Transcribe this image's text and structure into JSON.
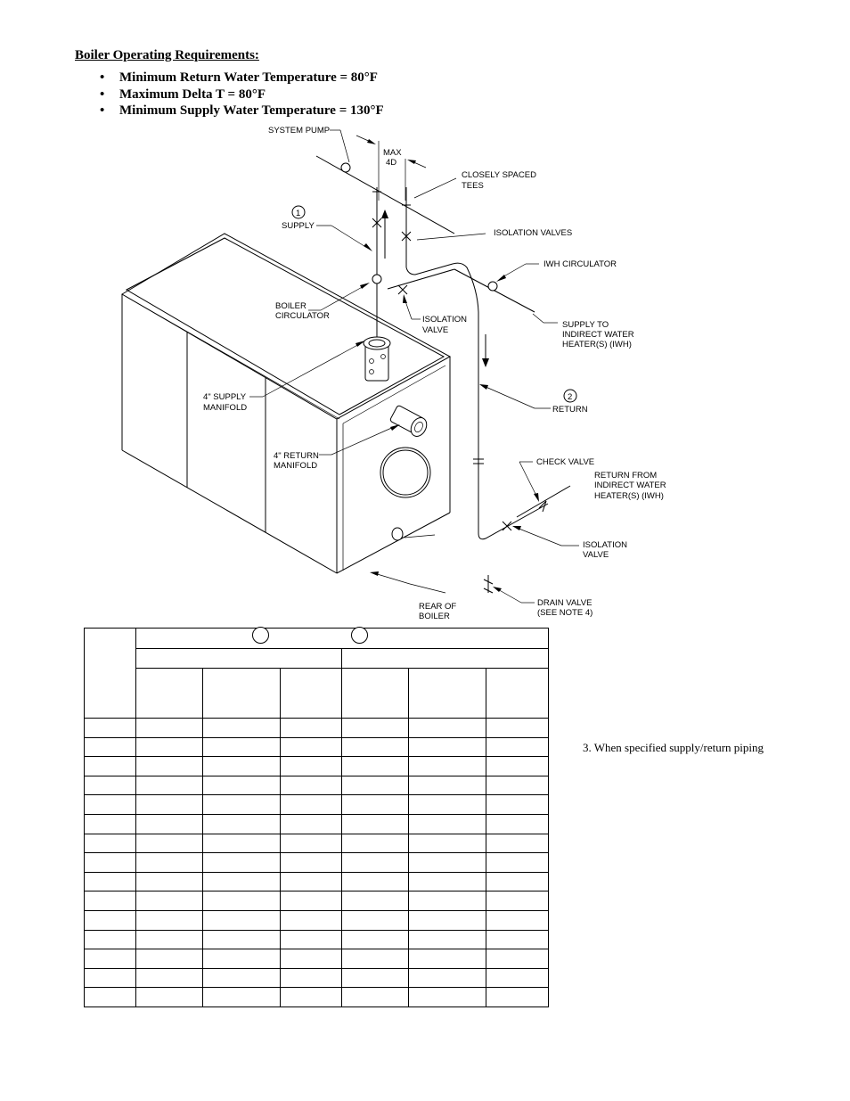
{
  "requirements": {
    "title": "Boiler Operating Requirements:",
    "items": [
      "Minimum Return Water Temperature = 80°F",
      "Maximum Delta T = 80°F",
      "Minimum Supply Water Temperature = 130°F"
    ]
  },
  "diagram_labels": {
    "system_pump": "SYSTEM PUMP",
    "max": "MAX",
    "four_d": "4D",
    "closely_spaced": "CLOSELY SPACED",
    "tees": "TEES",
    "callout_1": "1",
    "supply": "SUPPLY",
    "isolation_valves": "ISOLATION VALVES",
    "iwh_circulator": "IWH CIRCULATOR",
    "boiler": "BOILER",
    "circulator": "CIRCULATOR",
    "isolation": "ISOLATION",
    "valve": "VALVE",
    "supply_to": "SUPPLY TO",
    "indirect_water": "INDIRECT WATER",
    "heaters_iwh": "HEATER(S) (IWH)",
    "supply_manifold_1": "4\" SUPPLY",
    "manifold": "MANIFOLD",
    "callout_2": "2",
    "return": "RETURN",
    "return_manifold_1": "4\" RETURN",
    "check_valve": "CHECK VALVE",
    "return_from": "RETURN FROM",
    "isolation_2": "ISOLATION",
    "valve_2": "VALVE",
    "rear_of": "REAR OF",
    "boiler_2": "BOILER",
    "drain_valve": "DRAIN VALVE",
    "see_note_4": "(SEE NOTE 4)"
  },
  "table": {
    "data_row_count": 15
  },
  "notes": {
    "note_3": "3.   When specified supply/return piping"
  }
}
